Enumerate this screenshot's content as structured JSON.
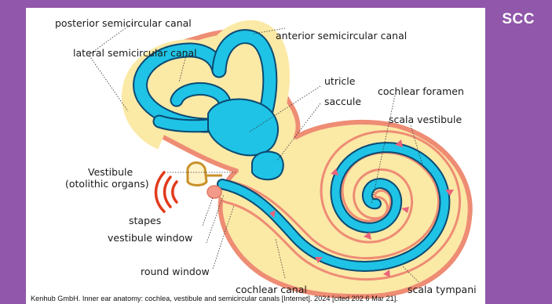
{
  "badge": "SCC",
  "labels": {
    "posterior": "posterior semicircular canal",
    "anterior": "anterior semicircular canal",
    "lateral": "lateral semicircular canal",
    "utricle": "utricle",
    "saccule": "saccule",
    "cochlear_foramen": "cochlear foramen",
    "scala_vestibule": "scala vestibule",
    "vestibule_line1": "Vestibule",
    "vestibule_line2": "(otolithic organs)",
    "stapes": "stapes",
    "vestibule_window": "vestibule window",
    "round_window": "round window",
    "cochlear_canal": "cochlear canal",
    "scala_tympani": "scala tympani"
  },
  "citation": "Kenhub GmbH. Inner ear anatomy: cochlea, vestibule and semicircular canals [Internet]. 2024 [cited 202  6 Mar 21].",
  "colors": {
    "background": "#9057aa",
    "bony_labyrinth": "#fbe9a6",
    "bony_outline": "#ee8c74",
    "membranous": "#1fc3e6",
    "membranous_outline": "#0b4a72",
    "arrows": "#e9647a"
  }
}
